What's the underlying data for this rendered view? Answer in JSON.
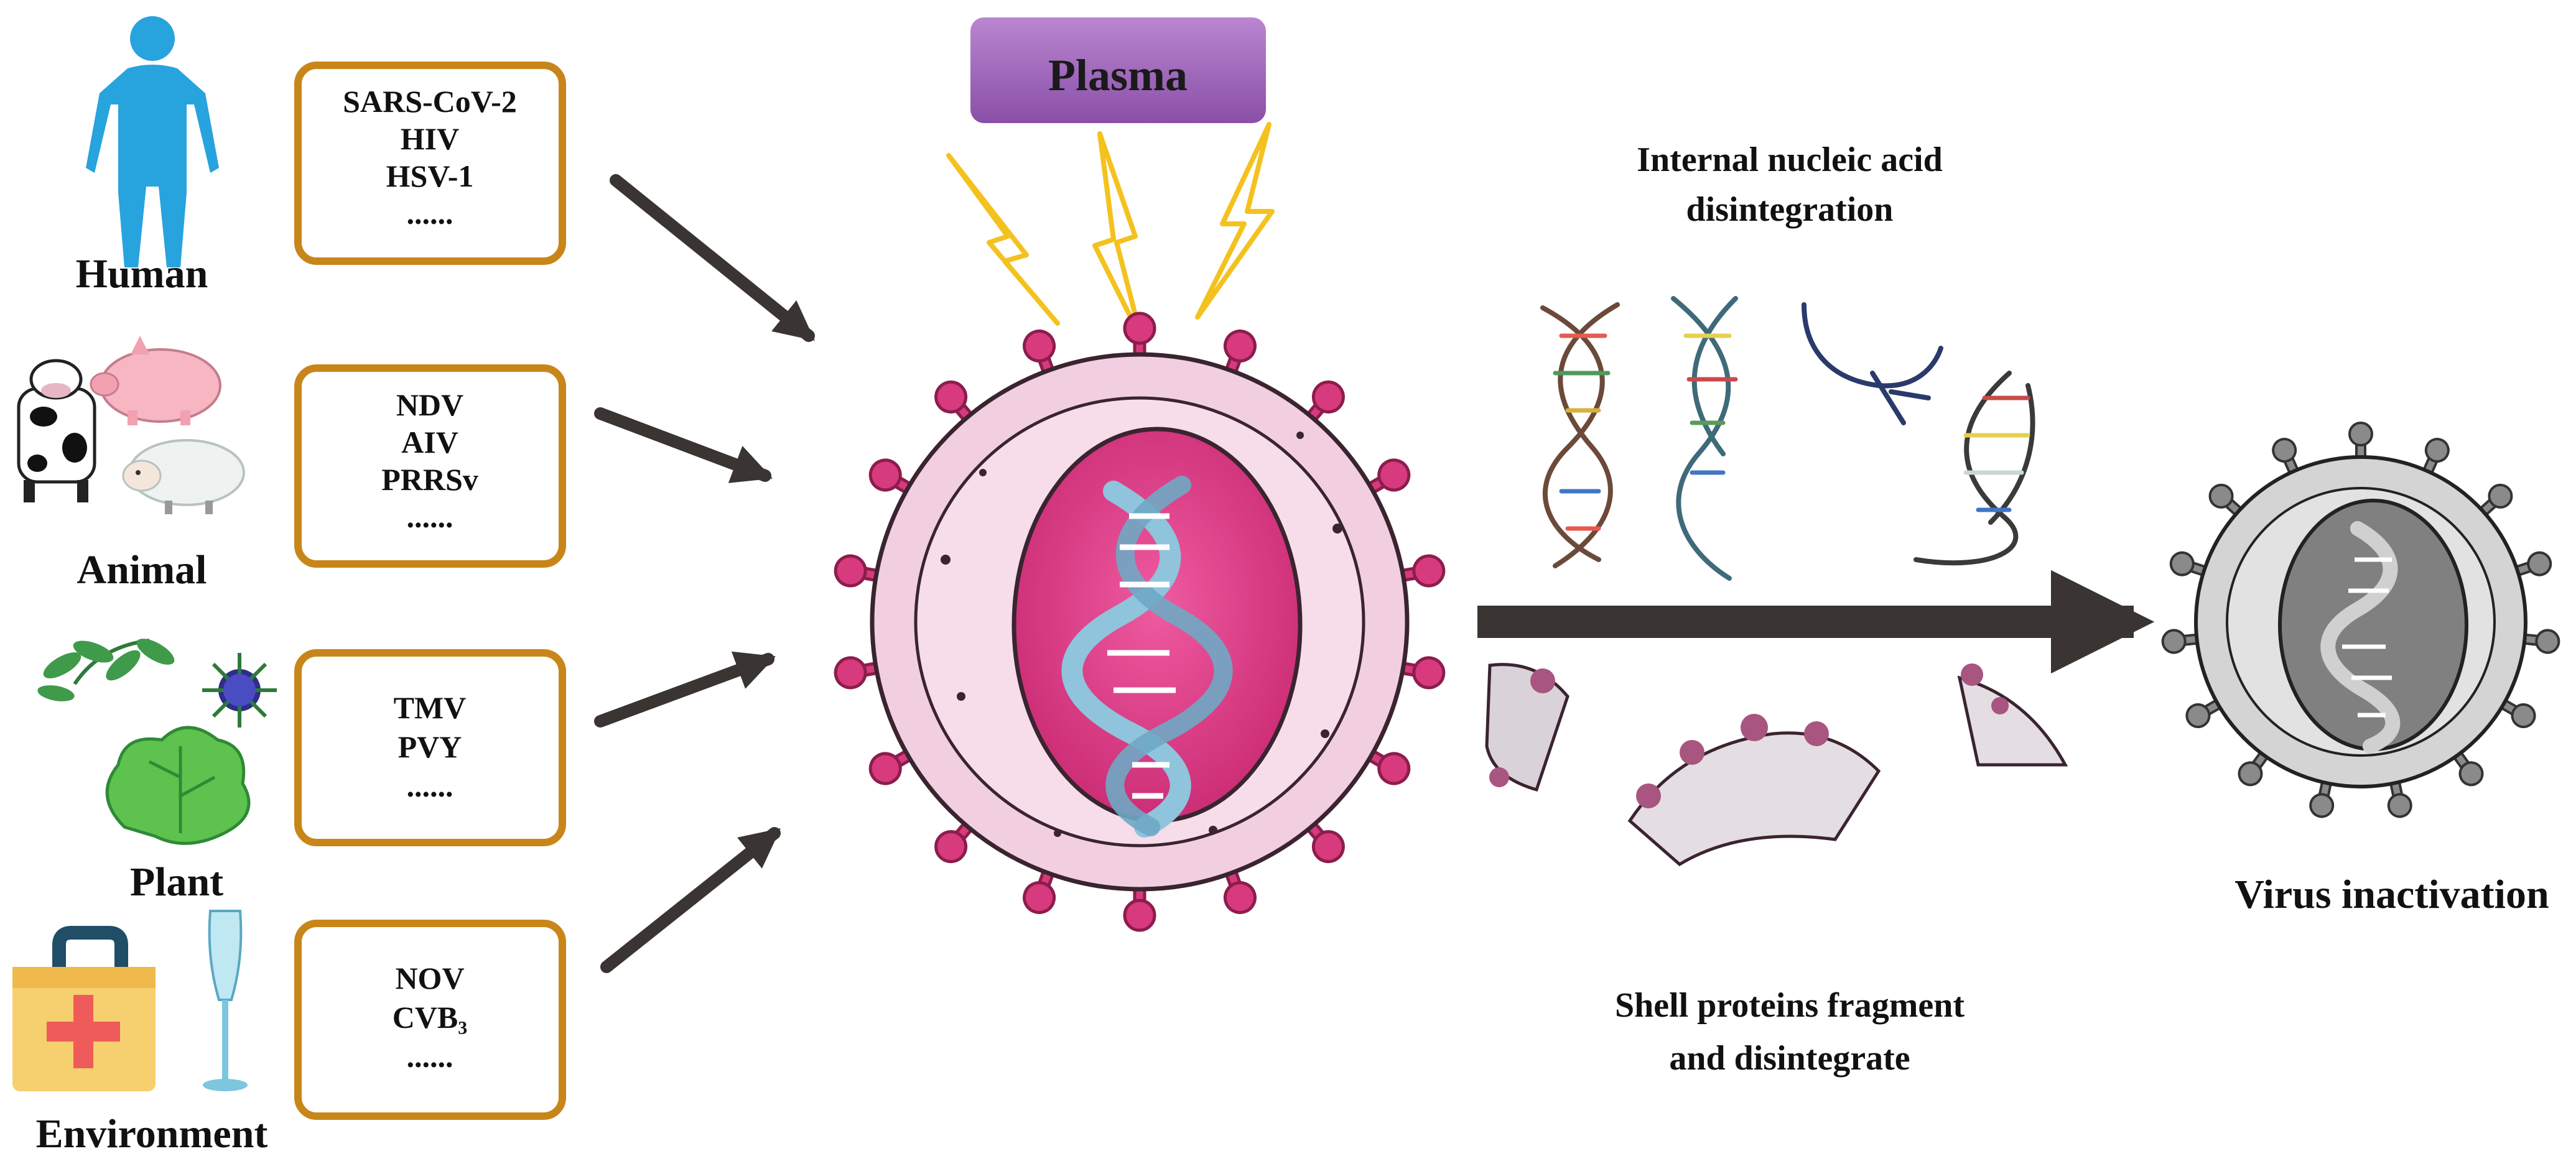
{
  "plasma_label": "Plasma",
  "sources": [
    {
      "category": "Human",
      "viruses": [
        "SARS-CoV-2",
        "HIV",
        "HSV-1",
        "......"
      ]
    },
    {
      "category": "Animal",
      "viruses": [
        "NDV",
        "AIV",
        "PRRSv",
        "......"
      ]
    },
    {
      "category": "Plant",
      "viruses": [
        "TMV",
        "PVY",
        "......"
      ]
    },
    {
      "category": "Environment",
      "viruses": [
        "NOV",
        "CVB₃",
        "......"
      ]
    }
  ],
  "nucleic_caption": [
    "Internal nucleic acid",
    "disintegration"
  ],
  "shell_caption": [
    "Shell proteins fragment",
    "and disintegrate"
  ],
  "result_label": "Virus inactivation",
  "colors": {
    "box_border": "#c8861a",
    "plasma_fill": "#9b63b8",
    "arrow": "#3a3432",
    "lightning": "#f4c21f",
    "virus_core": "#e0408a",
    "virus_spike": "#d83a7e",
    "rna": "#8fc4dc",
    "inactive_virus": "#808080"
  }
}
